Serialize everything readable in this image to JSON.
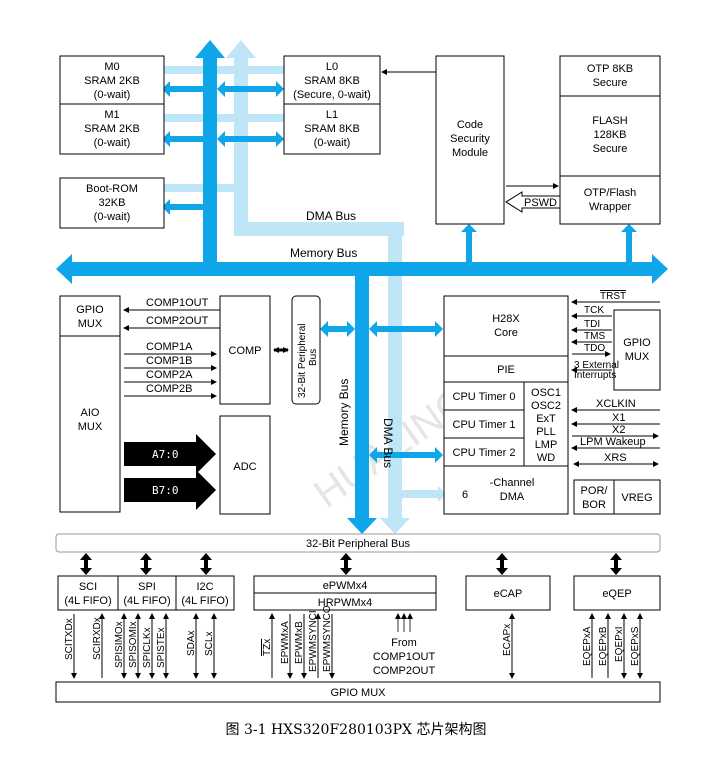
{
  "memory": {
    "m0": [
      "M0",
      "SRAM 2KB",
      "(0-wait)"
    ],
    "m1": [
      "M1",
      "SRAM 2KB",
      "(0-wait)"
    ],
    "l0": [
      "L0",
      "SRAM 8KB",
      "(Secure, 0-wait)"
    ],
    "l1": [
      "L1",
      "SRAM 8KB",
      "(0-wait)"
    ],
    "boot": [
      "Boot-ROM",
      "32KB",
      "(0-wait)"
    ],
    "csm": [
      "Code",
      "Security",
      "Module"
    ],
    "otp": [
      "OTP 8KB",
      "Secure"
    ],
    "flash": [
      "FLASH",
      "128KB",
      "Secure"
    ],
    "otpflash": [
      "OTP/Flash",
      "Wrapper"
    ],
    "pswd": "PSWD"
  },
  "buses": {
    "memory_bus": "Memory Bus",
    "dma_bus": "DMA Bus",
    "memory_bus_v": "Memory Bus",
    "dma_bus_v": "DMA Bus",
    "periph_32": "32-Bit Peripheral Bus",
    "periph_v": [
      "32-Bit Peripheral",
      "Bus"
    ]
  },
  "analog": {
    "gpio_mux": [
      "GPIO",
      "MUX"
    ],
    "aio_mux": [
      "AIO",
      "MUX"
    ],
    "comp": "COMP",
    "adc": "ADC",
    "comp1out": "COMP1OUT",
    "comp2out": "COMP2OUT",
    "comp1a": "COMP1A",
    "comp1b": "COMP1B",
    "comp2a": "COMP2A",
    "comp2b": "COMP2B",
    "a70": "A7:0",
    "b70": "B7:0"
  },
  "core": {
    "h28x": [
      "H28X",
      "Core"
    ],
    "pie": "PIE",
    "timers": [
      "CPU Timer 0",
      "CPU Timer 1",
      "CPU Timer 2"
    ],
    "clocks": [
      "OSC1",
      "OSC2",
      "ExT",
      "PLL",
      "LMP",
      "WD"
    ],
    "dma": [
      "-Channel",
      "DMA"
    ],
    "dma_num": "6",
    "gpio_mux": [
      "GPIO",
      "MUX"
    ],
    "por": [
      "POR/",
      "BOR"
    ],
    "vreg": "VREG",
    "jtag": [
      "TRST",
      "TCK",
      "TDI",
      "TMS",
      "TDO"
    ],
    "ext_int": [
      "3 External",
      "Interrupts"
    ],
    "signals": [
      "XCLKIN",
      "X1",
      "X2",
      "LPM Wakeup",
      "XRS"
    ]
  },
  "peripherals": {
    "sci": [
      "SCI",
      "(4L FIFO)"
    ],
    "spi": [
      "SPI",
      "(4L FIFO)"
    ],
    "i2c": [
      "I2C",
      "(4L FIFO)"
    ],
    "epwm": "ePWMx4",
    "hrpwm": "HRPWMx4",
    "ecap": "eCAP",
    "eqep": "eQEP",
    "sci_pins": [
      "SCITXDx",
      "SCIRXDx"
    ],
    "spi_pins": [
      "SPISIMOx",
      "SPISOMIx",
      "SPICLKx",
      "SPISTEx"
    ],
    "i2c_pins": [
      "SDAx",
      "SCLx"
    ],
    "epwm_pins": [
      "TZx",
      "EPWMxA",
      "EPWMxB",
      "EPWMSYNCI",
      "EPWMSYNCO"
    ],
    "from_comp": [
      "From",
      "COMP1OUT",
      "COMP2OUT"
    ],
    "ecap_pins": [
      "ECAPx"
    ],
    "eqep_pins": [
      "EQEPxA",
      "EQEPxB",
      "EQEPxI",
      "EQEPxS"
    ],
    "gpio_mux_bottom": "GPIO MUX"
  },
  "watermark": "HUALING",
  "caption": "图 3-1 HXS320F280103PX 芯片架构图",
  "colors": {
    "bus_blue": "#0ea5e9",
    "bus_light": "#bfe6f7"
  }
}
